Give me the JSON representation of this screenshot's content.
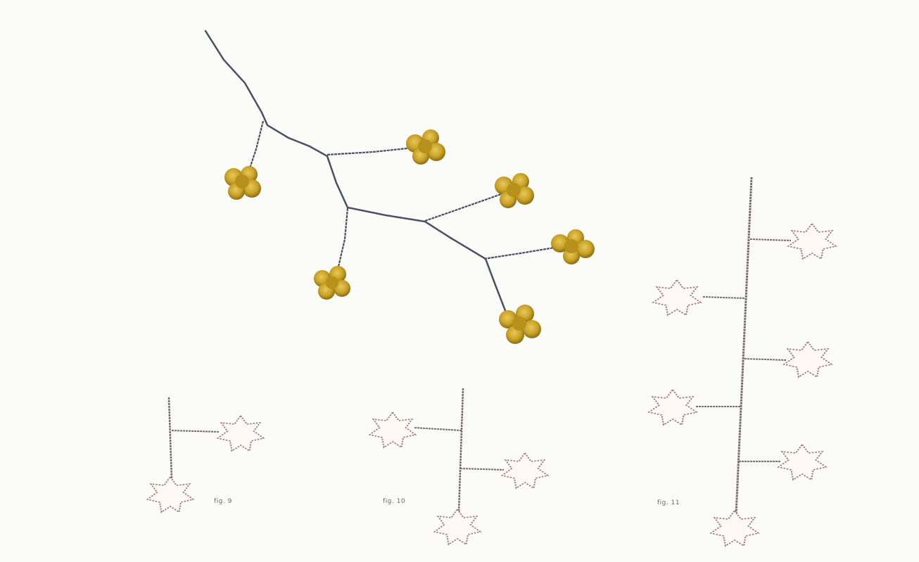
{
  "diagram": {
    "figure_labels": {
      "fig9": "fig. 9",
      "fig10": "fig. 10",
      "fig11": "fig. 11"
    },
    "colors": {
      "background": "#fbfbf8",
      "main_stem": "#4a4f63",
      "gold_flower": "#c9a227",
      "gold_flower_dark": "#8a6d12",
      "chart_stem": "#7a6a6a",
      "chart_star_outline": "#a07a7a",
      "chart_star_fill": "#fff8f4"
    },
    "motifs": [
      "gold-flower-sprig",
      "pattern-chart-fig-9",
      "pattern-chart-fig-10",
      "pattern-chart-fig-11"
    ]
  }
}
